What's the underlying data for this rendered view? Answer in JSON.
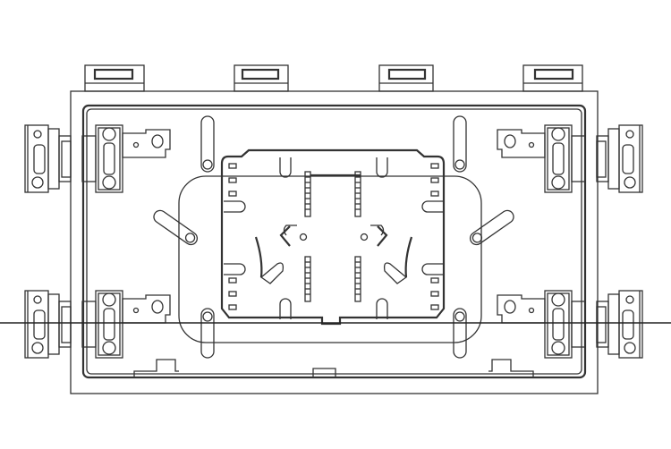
{
  "drawing": {
    "subject": "splice-closure-top-view",
    "line_color": "#333333",
    "background": "#ffffff",
    "top_tabs": 4,
    "cable_glands": 8
  }
}
